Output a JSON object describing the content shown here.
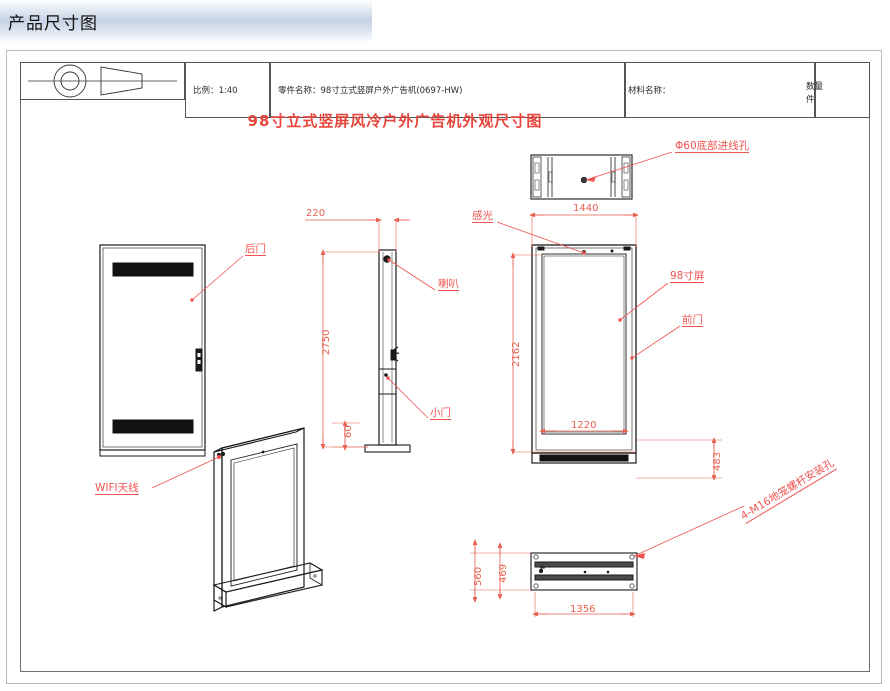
{
  "header": {
    "title": "产品尺寸图"
  },
  "title_block": {
    "projection_symbol": "first-angle-projection-symbol",
    "scale_label": "比例：1:40",
    "part_label": "零件名称：98寸立式竖屏户外广告机(0697-HW)",
    "material_label": "材料名称：",
    "quantity_label": "数量",
    "quantity_unit": "件"
  },
  "drawing": {
    "main_title": "98寸立式竖屏风冷户外广告机外观尺寸图"
  },
  "annotations": {
    "back_door": "后门",
    "wifi_antenna": "WIFI天线",
    "speaker": "喇叭",
    "small_door": "小门",
    "light_sensor": "感光",
    "screen_98": "98寸屏",
    "front_door": "前门",
    "bottom_wire_hole": "Φ60底部进线孔",
    "anchor_bolt_holes": "4-M16地笼螺杆安装孔"
  },
  "dimensions": {
    "side_depth": "220",
    "total_height": "2750",
    "base_height": "60",
    "front_width": "1440",
    "screen_height": "2162",
    "screen_width": "1220",
    "bottom_offset": "483",
    "base_depth_outer": "560",
    "base_depth_inner": "469",
    "base_width": "1356"
  },
  "colors": {
    "annotation_red": "#ef5350",
    "dimension_red": "#e8604f",
    "title_red": "#e8463c",
    "line_black": "#1a1a1a",
    "frame_gray": "#6e6e6e"
  }
}
